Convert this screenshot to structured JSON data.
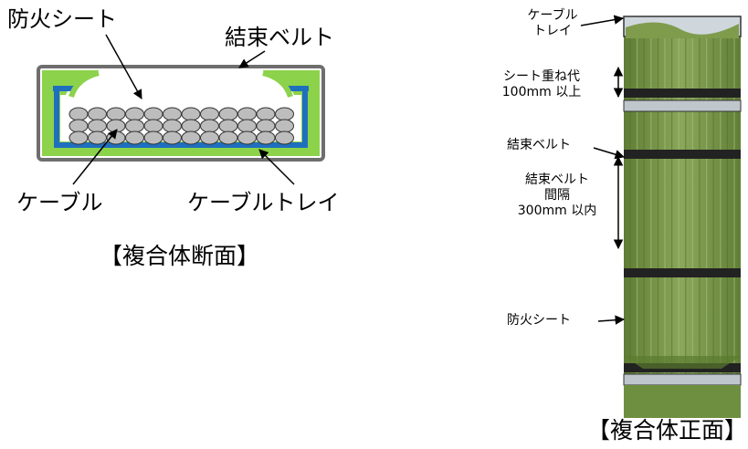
{
  "cross_section": {
    "caption": "【複合体断面】",
    "labels": {
      "fire_sheet": "防火シート",
      "binding_belt": "結束ベルト",
      "cable": "ケーブル",
      "cable_tray": "ケーブルトレイ"
    }
  },
  "front_view": {
    "caption": "【複合体正面】",
    "labels": {
      "cable_tray_line1": "ケーブル",
      "cable_tray_line2": "トレイ",
      "overlap_line1": "シート重ね代",
      "overlap_line2": "100mm 以上",
      "binding_belt": "結束ベルト",
      "interval_line1": "結束ベルト",
      "interval_line2": "間隔",
      "interval_line3": "300mm 以内",
      "fire_sheet": "防火シート"
    }
  },
  "colors": {
    "sheet_green": "#8cd24a",
    "tray_blue": "#1f6fbf",
    "belt_gray": "#6e6e6e",
    "column_green": "#7d9a4a"
  }
}
